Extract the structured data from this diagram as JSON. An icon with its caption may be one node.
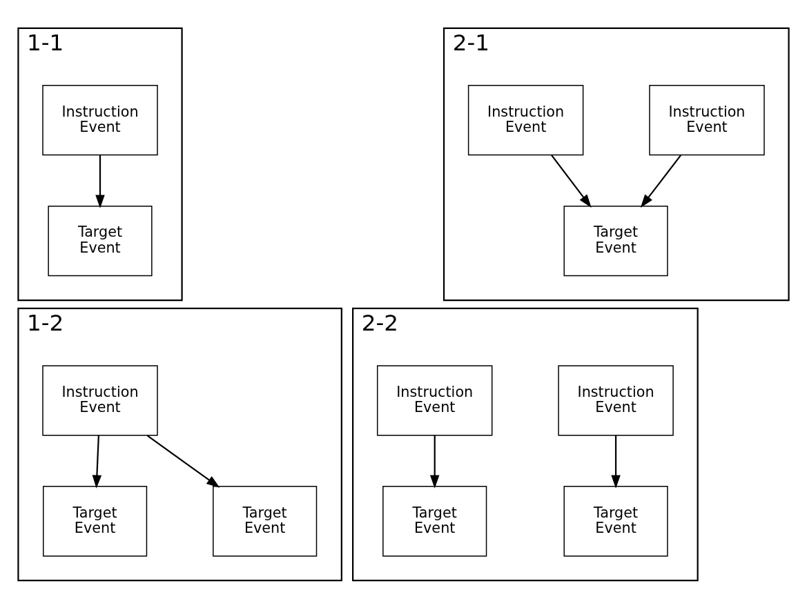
{
  "diagram": {
    "nodes": [
      {
        "text": [
          "1-1"
        ]
      },
      {
        "text": [
          "Instruction Event"
        ],
        "in": 0
      },
      {
        "text": [
          "Target Event"
        ],
        "in": 0
      },
      {
        "text": [
          "2-1"
        ]
      },
      {
        "text": [
          "Instruction Event"
        ],
        "in": 3
      },
      {
        "text": [
          "Instruction Event"
        ],
        "in": 3
      },
      {
        "text": [
          "Target Event"
        ],
        "in": 3
      },
      {
        "text": [
          "1-2"
        ]
      },
      {
        "text": [
          "Instruction Event"
        ],
        "in": 7
      },
      {
        "text": [
          "Target Event"
        ],
        "in": 7
      },
      {
        "text": [
          "Target Event"
        ],
        "in": 7
      },
      {
        "text": [
          "2-2"
        ]
      },
      {
        "text": [
          "Instruction Event"
        ],
        "in": 11
      },
      {
        "text": [
          "Instruction Event"
        ],
        "in": 11
      },
      {
        "text": [
          "Target Event"
        ],
        "in": 11
      },
      {
        "text": [
          "Target Event"
        ],
        "in": 11
      }
    ],
    "edges": [
      {
        "from": 1,
        "to": 2,
        "arrow": "to"
      },
      {
        "from": 4,
        "to": 6,
        "arrow": "to"
      },
      {
        "from": 5,
        "to": 6,
        "arrow": "to"
      },
      {
        "from": 8,
        "to": 9,
        "arrow": "to"
      },
      {
        "from": 8,
        "to": 10,
        "arrow": "to"
      },
      {
        "from": 12,
        "to": 14,
        "arrow": "to"
      },
      {
        "from": 13,
        "to": 15,
        "arrow": "to"
      }
    ]
  }
}
